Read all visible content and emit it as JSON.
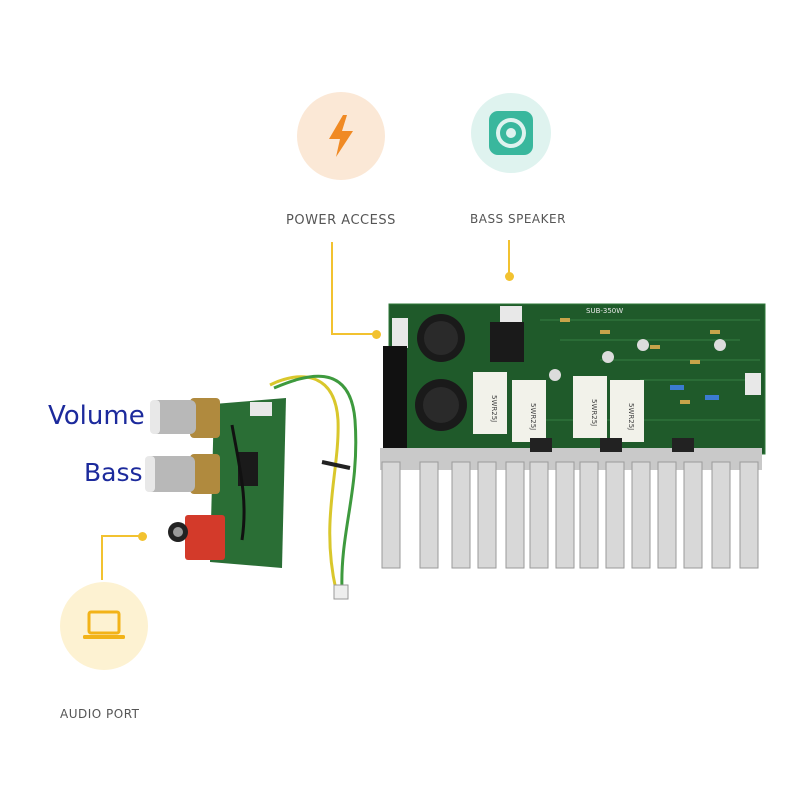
{
  "features": {
    "power": {
      "label": "POWER ACCESS",
      "icon": "lightning-bolt-icon",
      "bg": "#fbe8d6",
      "color": "#f08a24"
    },
    "bass_speaker": {
      "label": "BASS SPEAKER",
      "icon": "speaker-icon",
      "bg": "#dff3ef",
      "color": "#39b79d"
    },
    "audio_port": {
      "label": "AUDIO PORT",
      "icon": "laptop-icon",
      "bg": "#fdf2d2",
      "color": "#f2b318"
    }
  },
  "controls": {
    "volume": "Volume",
    "bass": "Bass"
  },
  "board": {
    "silkscreen": "SUB-350W",
    "resistors": [
      "5WR25J",
      "5WR25J",
      "5WR25J",
      "5WR25J"
    ]
  },
  "colors": {
    "accent": "#f2c230",
    "pcb_green": "#1f5a2a",
    "label_blue": "#1c2a9c"
  }
}
